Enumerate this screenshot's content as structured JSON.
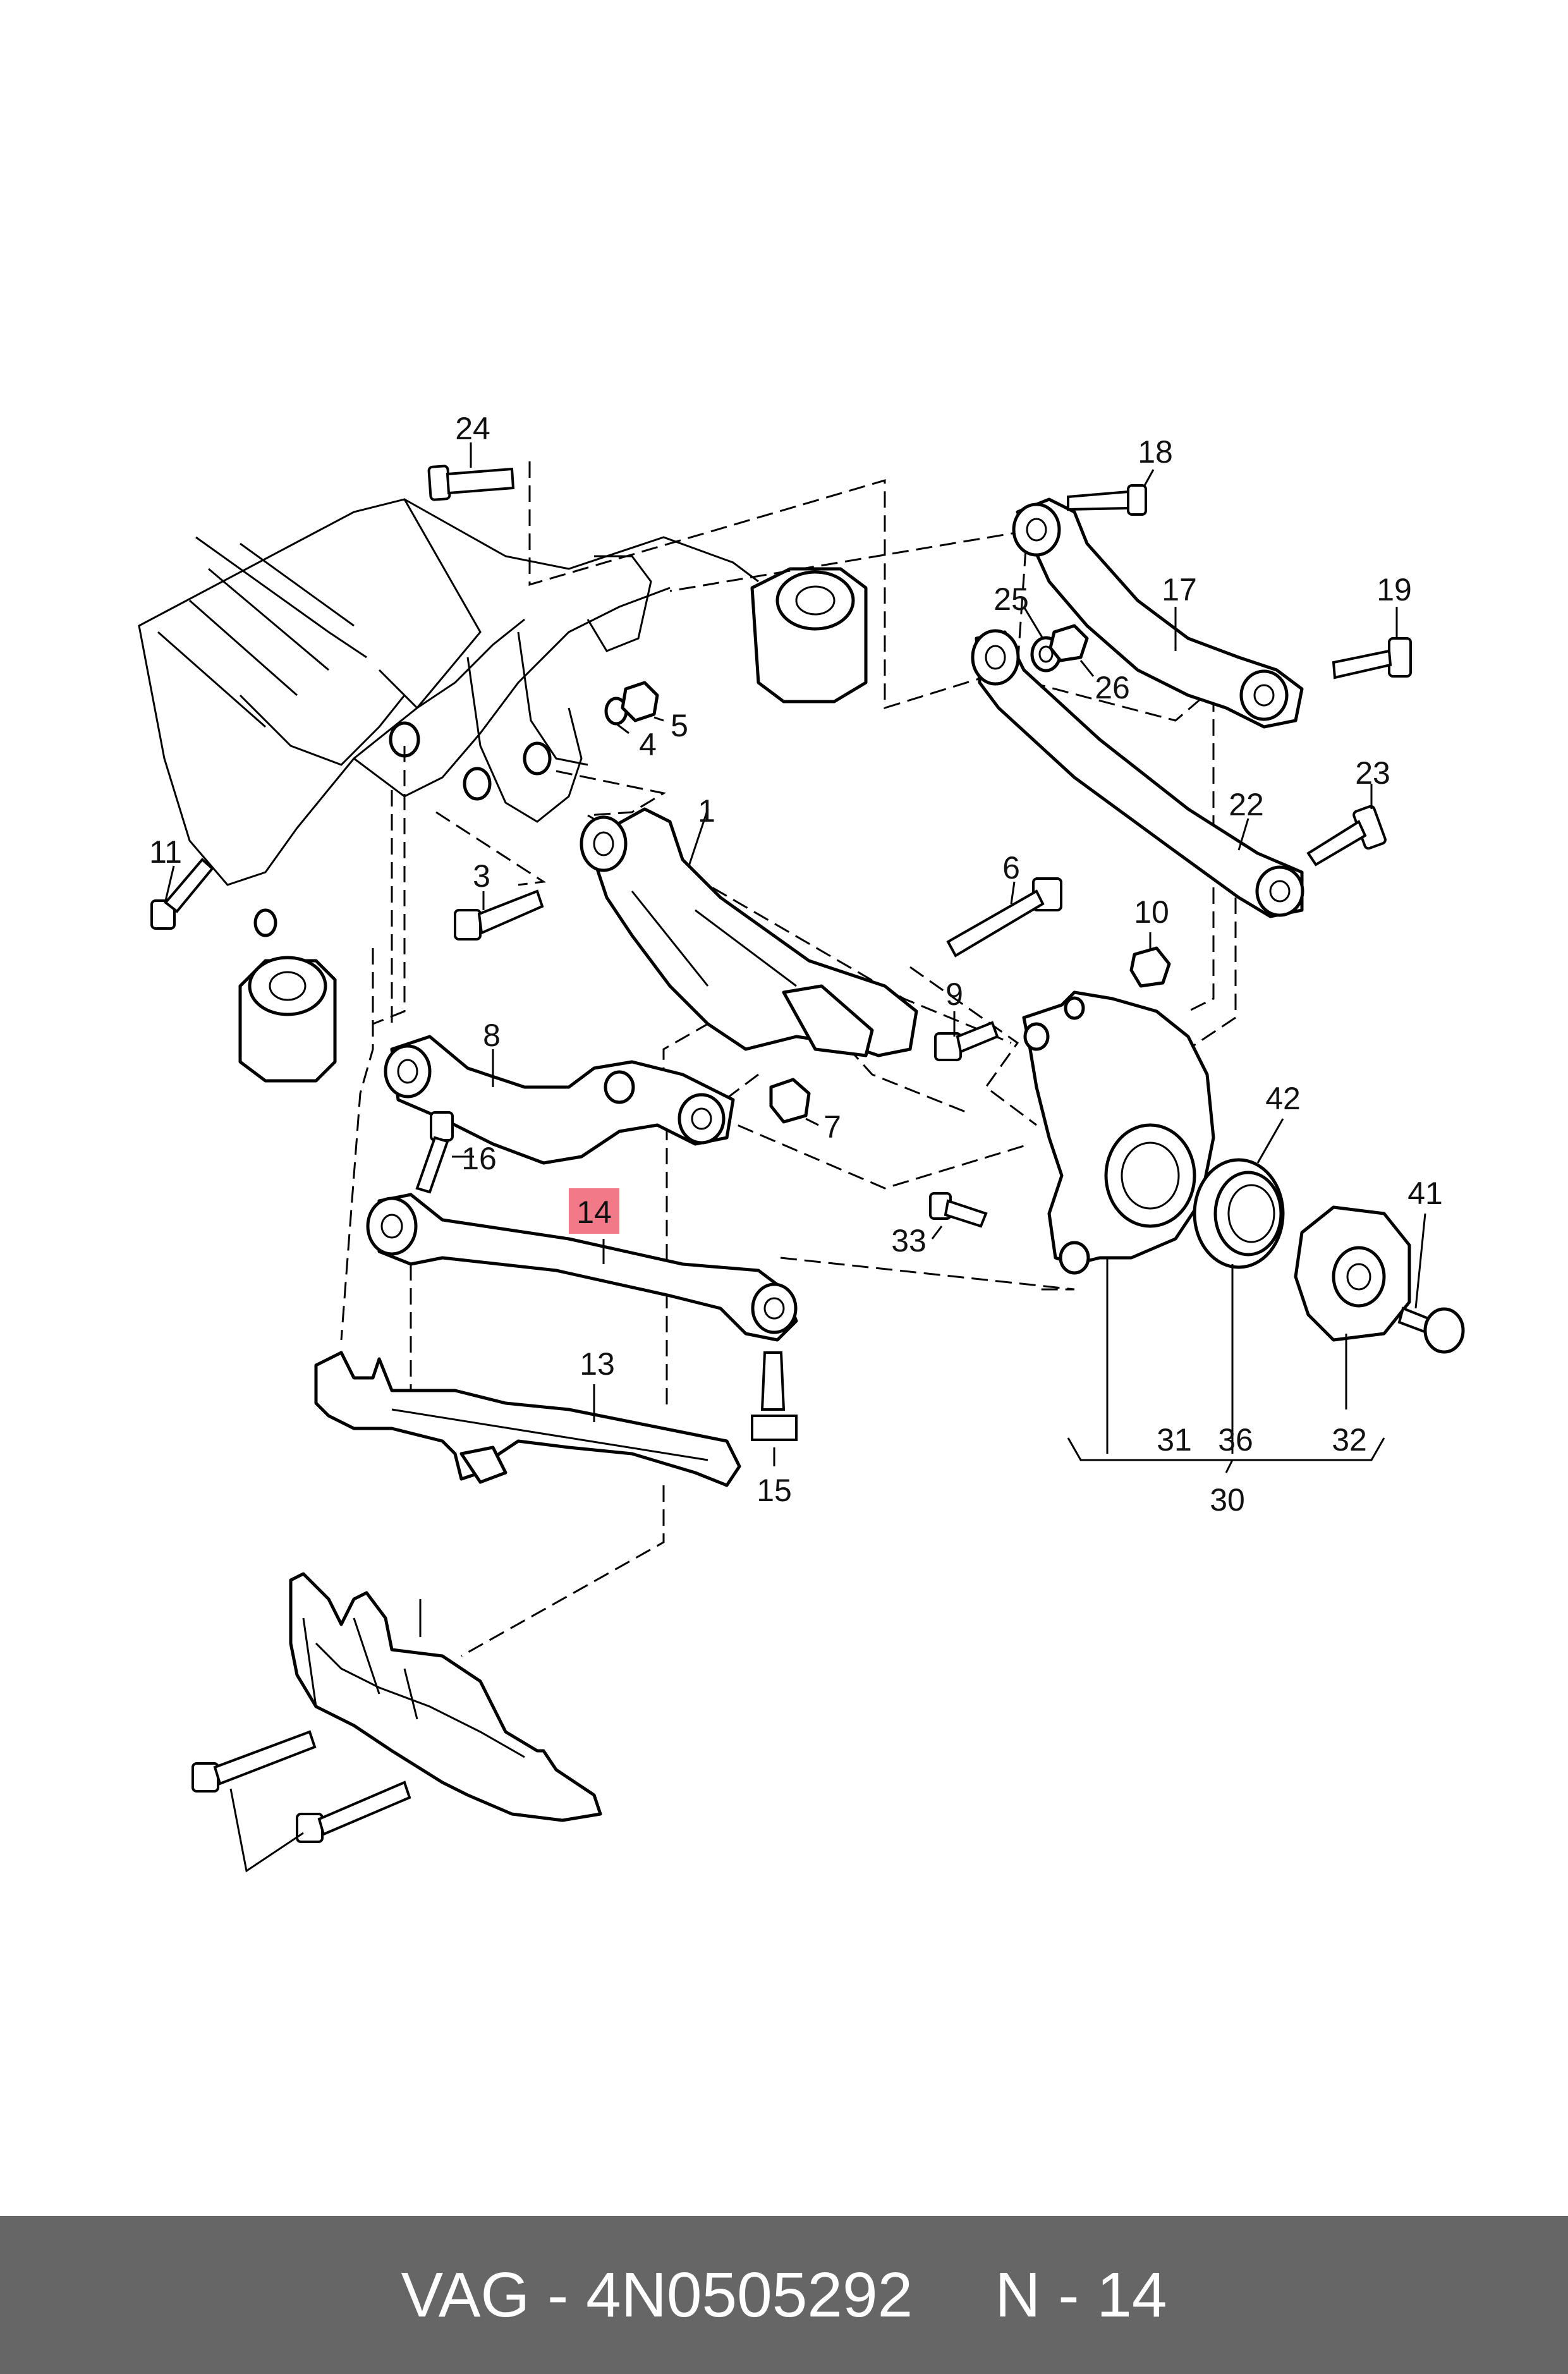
{
  "diagram": {
    "highlighted_part": "14",
    "callouts": [
      "1",
      "3",
      "4",
      "5",
      "6",
      "7",
      "8",
      "9",
      "10",
      "11",
      "13",
      "14",
      "15",
      "16",
      "17",
      "18",
      "19",
      "22",
      "23",
      "24",
      "25",
      "26",
      "30",
      "31",
      "32",
      "33",
      "36",
      "41",
      "42"
    ],
    "group_30": {
      "label": "30",
      "members": [
        "31",
        "36",
        "32"
      ]
    }
  },
  "footer": {
    "part_reference": "VAG - 4N0505292",
    "position": "N - 14"
  },
  "colors": {
    "footer_bg": "#666666",
    "footer_text": "#ffffff",
    "highlight": "#f27a88"
  }
}
